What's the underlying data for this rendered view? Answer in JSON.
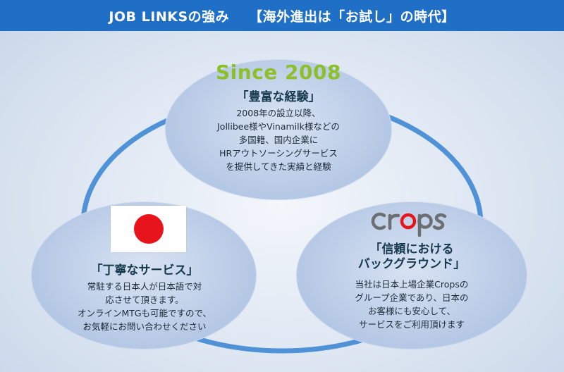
{
  "header": {
    "left_title": "JOB LINKSの強み",
    "right_title": "【海外進出は「お試し」の時代】"
  },
  "top_bubble": {
    "since": "Since 2008",
    "title": "「豊富な経験」",
    "lines": [
      "2008年の設立以降、",
      "Jollibee様やVinamilk様などの",
      "多国籍、国内企業に",
      "HRアウトソーシングサービス",
      "を提供してきた実績と経験"
    ]
  },
  "left_bubble": {
    "title": "「丁寧なサービス」",
    "lines": [
      "常駐する日本人が日本語で対",
      "応させて頂きます。",
      "オンラインMTGも可能ですので、",
      "お気軽にお問い合わせください"
    ]
  },
  "right_bubble": {
    "logo_text": "crops",
    "title_lines": [
      "「信頼における",
      "バックグラウンド」"
    ],
    "lines": [
      "当社は日本上場企業Cropsの",
      "グループ企業であり、日本の",
      "お客様にも安心して、",
      "サービスをご利用頂けます"
    ]
  },
  "colors": {
    "header_bg": "#1f6fc6",
    "ring": "#3f88d4",
    "since_green": "#8cbf2a",
    "flag_red": "#e8141b",
    "logo_gray": "#6b6f72",
    "logo_red": "#e8141b"
  }
}
